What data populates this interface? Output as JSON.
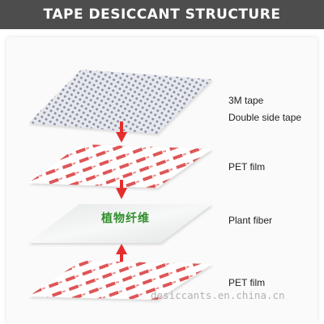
{
  "title": "TAPE DESICCANT STRUCTURE",
  "layers": [
    {
      "label_lines": [
        "3M tape",
        "Double side tape"
      ]
    },
    {
      "label_lines": [
        "PET film"
      ]
    },
    {
      "label_lines": [
        "Plant fiber"
      ],
      "center_text": "植物纤维"
    },
    {
      "label_lines": [
        "PET film"
      ]
    }
  ],
  "watermark": "desiccants.en.china.cn",
  "colors": {
    "title_bar": "#4d4d4d",
    "arrow": "#e52d2d",
    "pet_print": "#d83a3a",
    "tape_pattern": "#8a8fa0",
    "plant_text": "#2f8f2b"
  }
}
